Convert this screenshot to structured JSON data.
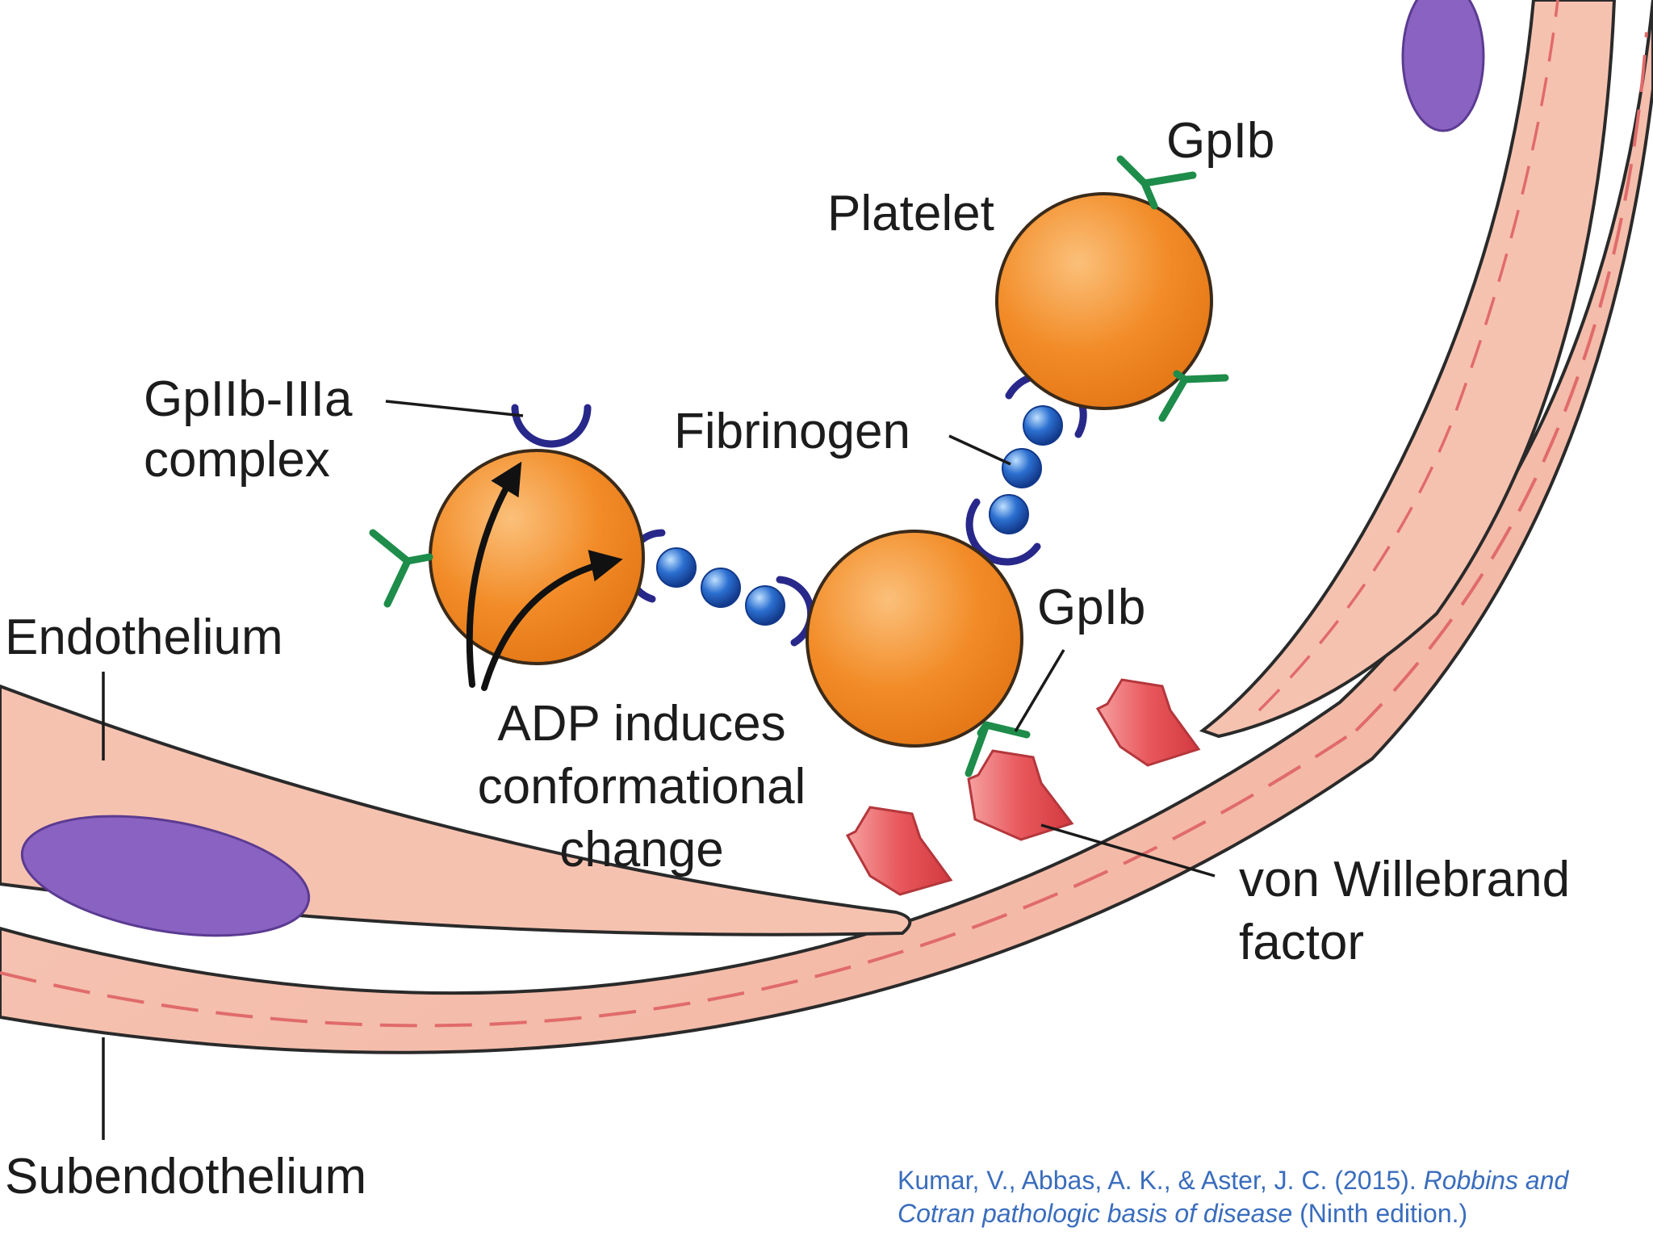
{
  "labels": {
    "gpib_top": "GpIb",
    "platelet": "Platelet",
    "gpiib_line1": "GpIIb-IIIa",
    "gpiib_line2": "complex",
    "fibrinogen": "Fibrinogen",
    "gpib_mid": "GpIb",
    "endothelium": "Endothelium",
    "adp_line1": "ADP induces",
    "adp_line2": "conformational",
    "adp_line3": "change",
    "vwf_line1": "von Willebrand",
    "vwf_line2": "factor",
    "subendothelium": "Subendothelium"
  },
  "citation": {
    "authors": "Kumar, V., Abbas, A. K., & Aster, J. C. (2015). ",
    "title": "Robbins and Cotran pathologic basis of disease",
    "edition": " (Ninth edition.)"
  },
  "colors": {
    "platelet": "#f28c28",
    "receptor_gpib": "#1e8c4a",
    "receptor_gpiib": "#28288a",
    "fibrinogen": "#2b6fd0",
    "endothelium": "#f6c2b0",
    "nucleus": "#8a62c2",
    "vwf": "#e8585c",
    "citation_text": "#3a6dbd"
  }
}
